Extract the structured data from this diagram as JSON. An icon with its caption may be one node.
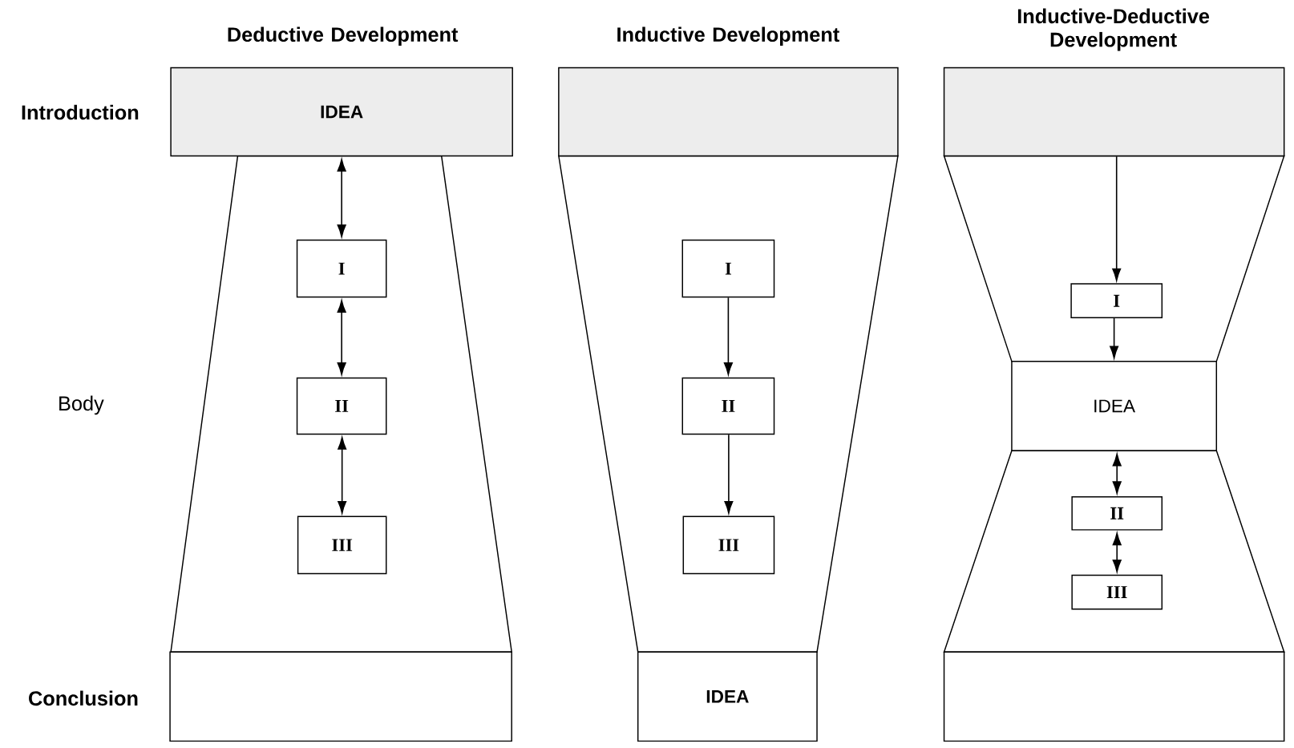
{
  "diagram": {
    "nodes": [
      {
        "text": [
          "IDEA"
        ]
      },
      {
        "text": [],
        "shape": "trapezoid"
      },
      {
        "text": [
          "I"
        ],
        "in": 1
      },
      {
        "text": [
          "II"
        ],
        "in": 1
      },
      {
        "text": [
          "III"
        ],
        "in": 1
      },
      {
        "text": [],
        "shape": "box"
      },
      {
        "text": [],
        "shape": "box"
      },
      {
        "text": [],
        "shape": "trapezoid"
      },
      {
        "text": [
          "I"
        ],
        "in": 7
      },
      {
        "text": [
          "II"
        ],
        "in": 7
      },
      {
        "text": [
          "III"
        ],
        "in": 7
      },
      {
        "text": [
          "IDEA"
        ]
      },
      {
        "text": [],
        "shape": "box"
      },
      {
        "text": [],
        "shape": "trapezoid"
      },
      {
        "text": [
          "I"
        ],
        "in": 13
      },
      {
        "text": [
          "IDEA"
        ]
      },
      {
        "text": [],
        "shape": "trapezoid"
      },
      {
        "text": [
          "II"
        ],
        "in": 16
      },
      {
        "text": [
          "III"
        ],
        "in": 16
      },
      {
        "text": [],
        "shape": "box"
      }
    ],
    "edges": [
      {
        "from": 0,
        "to": 2,
        "arrow": "both"
      },
      {
        "from": 2,
        "to": 3,
        "arrow": "both"
      },
      {
        "from": 3,
        "to": 4,
        "arrow": "both"
      },
      {
        "from": 8,
        "to": 9,
        "arrow": "to"
      },
      {
        "from": 9,
        "to": 10,
        "arrow": "to"
      },
      {
        "from": 12,
        "to": 14,
        "arrow": "to"
      },
      {
        "from": 14,
        "to": 15,
        "arrow": "to"
      },
      {
        "from": 15,
        "to": 17,
        "arrow": "both"
      },
      {
        "from": 17,
        "to": 18,
        "arrow": "both"
      }
    ],
    "labels": [
      "Inductive-Deductive Development",
      "Deductive Development",
      "Inductive Development",
      "Introduction",
      "Body",
      "Conclusion"
    ]
  }
}
